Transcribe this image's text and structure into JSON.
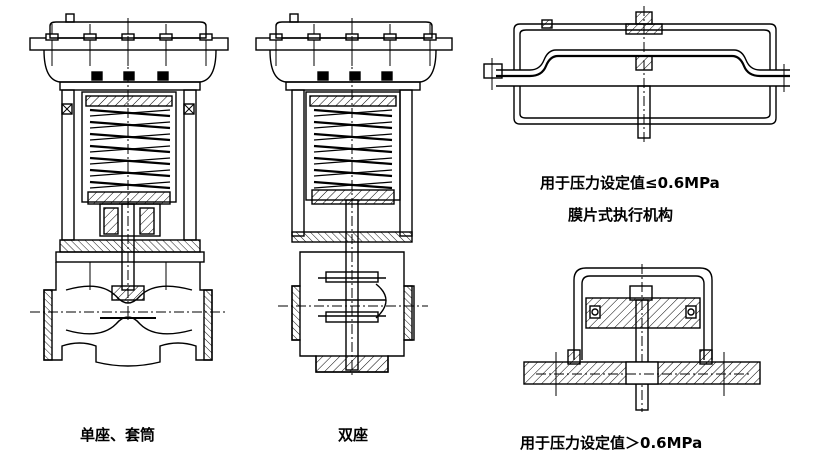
{
  "captions": {
    "single_seat": "单座、套筒",
    "double_seat": "双座",
    "diaphragm_low": "用于压力设定值≤0.6MPa",
    "diaphragm_type": "膜片式执行机构",
    "piston_high": "用于压力设定值＞0.6MPa"
  },
  "colors": {
    "line": "#000000",
    "background": "#ffffff"
  }
}
